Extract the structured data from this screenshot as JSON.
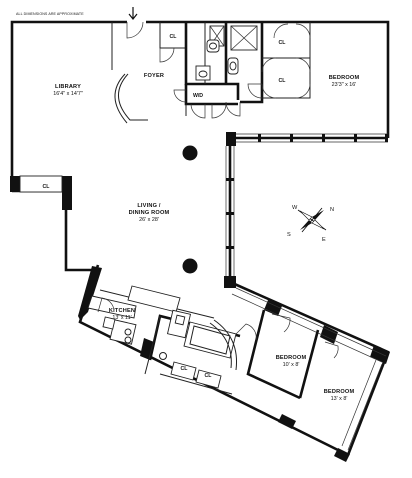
{
  "note": "ALL DIMENSIONS ARE APPROXIMATE",
  "rooms": {
    "library": {
      "name": "LIBRARY",
      "dims": "16'4\" x 14'7\""
    },
    "foyer": {
      "name": "FOYER"
    },
    "bedroom_main": {
      "name": "BEDROOM",
      "dims": "23'3\" x 16'"
    },
    "living": {
      "name": "LIVING /",
      "name2": "DINING ROOM",
      "dims": "26' x 28'"
    },
    "kitchen": {
      "name": "KITCHEN",
      "dims": "13' x 11'"
    },
    "bedroom_2": {
      "name": "BEDROOM",
      "dims": "10' x 8'"
    },
    "bedroom_3": {
      "name": "BEDROOM",
      "dims": "13' x 8'"
    }
  },
  "closets": {
    "foyer_cl": "CL",
    "library_cl": "CL",
    "bed_cl_1": "CL",
    "bed_cl_2": "CL",
    "bath_cl_1": "CL",
    "bath_cl_2": "CL",
    "wd": "W/D"
  },
  "compass": {
    "n": "N",
    "s": "S",
    "e": "E",
    "w": "W"
  },
  "icons": {
    "entry": "entry-arrow-icon",
    "compass": "compass-rose-icon"
  }
}
